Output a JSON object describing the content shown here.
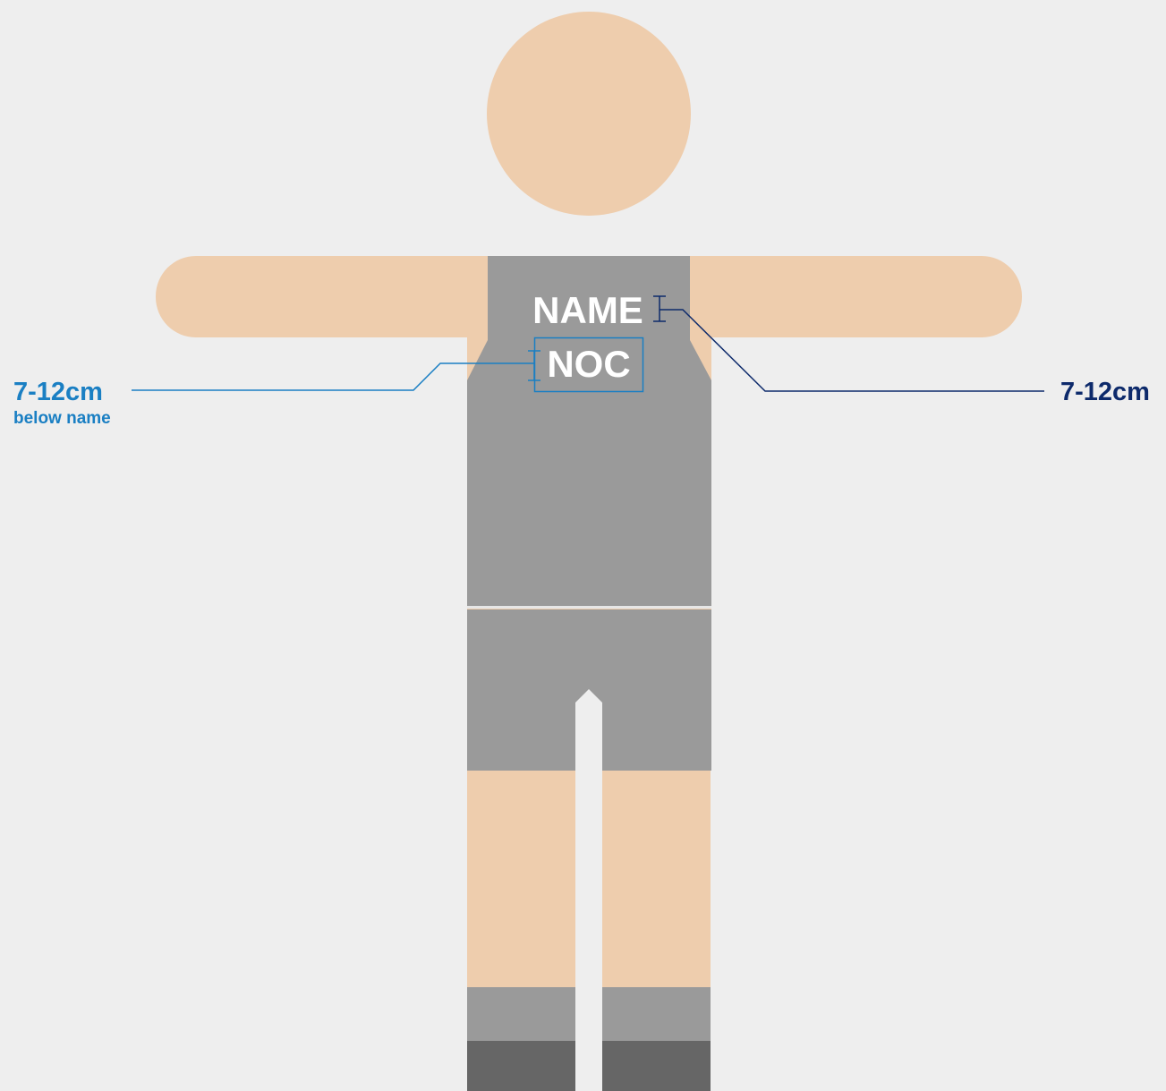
{
  "jersey": {
    "name_text": "NAME",
    "noc_text": "NOC"
  },
  "callouts": {
    "left": {
      "measurement": "7-12cm",
      "note": "below name"
    },
    "right": {
      "measurement": "7-12cm"
    }
  },
  "colors": {
    "background": "#eeeeee",
    "skin": "#eecdad",
    "garment": "#9a9a9a",
    "shoes": "#666666",
    "noc_callout": "#1a7fc3",
    "name_callout": "#0d2a6b",
    "text_on_garment": "#ffffff"
  }
}
